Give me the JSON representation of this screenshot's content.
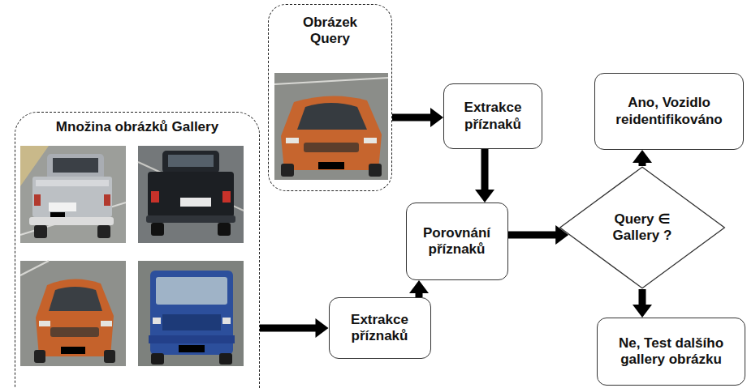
{
  "diagram": {
    "nodes": [
      {
        "text": [
          "Množina obrázků Gallery"
        ]
      },
      {
        "text": [
          "Obrázek Query"
        ]
      },
      {
        "text": [
          "Extrakce příznaků"
        ]
      },
      {
        "text": [
          "Porovnání příznaků"
        ]
      },
      {
        "text": [
          "Extrakce příznaků"
        ]
      },
      {
        "text": [
          "Query ∈ Gallery ?"
        ]
      },
      {
        "text": [
          "Ano, Vozidlo reidentifikováno"
        ]
      },
      {
        "text": [
          "Ne, Test dalšího gallery obrázku"
        ]
      }
    ],
    "edges": [
      {
        "from": 1,
        "to": 2,
        "arrow": "to"
      },
      {
        "from": 2,
        "to": 3,
        "arrow": "to"
      },
      {
        "from": 0,
        "to": 4,
        "arrow": "to"
      },
      {
        "from": 4,
        "to": 3,
        "arrow": "to"
      },
      {
        "from": 3,
        "to": 5,
        "arrow": "to"
      },
      {
        "from": 5,
        "to": 6,
        "arrow": "to"
      },
      {
        "from": 5,
        "to": 7,
        "arrow": "to"
      }
    ]
  }
}
